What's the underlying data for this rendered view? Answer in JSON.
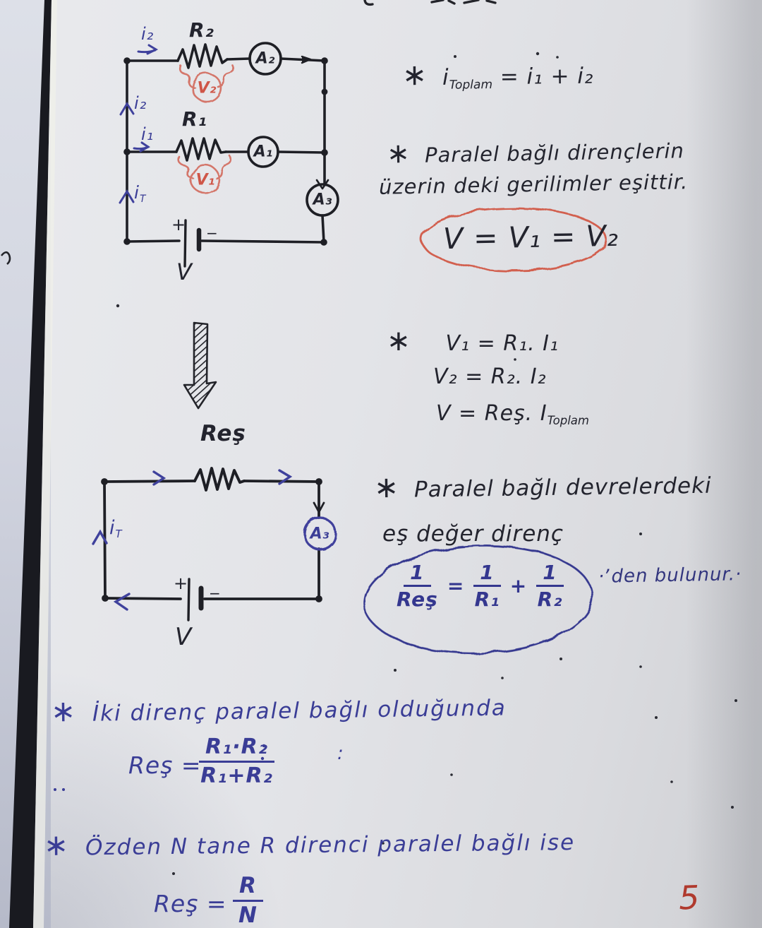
{
  "page": {
    "number": "5"
  },
  "circuit_top": {
    "i2_top": "i₂",
    "r2": "R₂",
    "a2": "A₂",
    "v2": "V₂",
    "i2_left": "i₂",
    "i1": "i₁",
    "r1": "R₁",
    "a1": "A₁",
    "v1": "V₁",
    "it_main": "i",
    "it_sub": "T",
    "plus": "+",
    "minus": "−",
    "battery": "V",
    "a3": "A₃"
  },
  "circuit_eq": {
    "req": "Reş",
    "it_main": "i",
    "it_sub": "T",
    "a3": "A₃",
    "plus": "+",
    "minus": "−",
    "battery": "V"
  },
  "notes": {
    "star": "∗",
    "sum_i_main": "i",
    "sum_i_sub": "Toplam",
    "sum_rhs": "= i₁ + i₂",
    "par1a": "Paralel  bağlı  dirençlerin",
    "par1b": "üzerin deki  gerilimler  eşittir.",
    "v_eq": "V = V₁ = V₂",
    "ohm1": "V₁ = R₁. I₁",
    "ohm2": "V₂ = R₂. I₂",
    "ohm3_main": "V = Reş. I",
    "ohm3_sub": "Toplam",
    "par2a": "Paralel  bağlı  devrelerdeki",
    "par2b": "eş değer  direnç",
    "rec_n1": "1",
    "rec_d1": "Reş",
    "rec_eq": "=",
    "rec_n2": "1",
    "rec_d2": "R₁",
    "rec_plus": "+",
    "rec_n3": "1",
    "rec_d3": "R₂",
    "found": "·ʼden  bulunur.·",
    "two_res": "İki direnç paralel bağlı olduğunda",
    "req_label": "Reş =",
    "req_num": "R₁·R₂",
    "req_den": "R₁+R₂",
    "colon": ":",
    "n_res": "Özden  N tane  R direnci  paralel  bağlı  ise",
    "reqn_label": "Reş =",
    "reqn_num": "R",
    "reqn_den": "N"
  }
}
